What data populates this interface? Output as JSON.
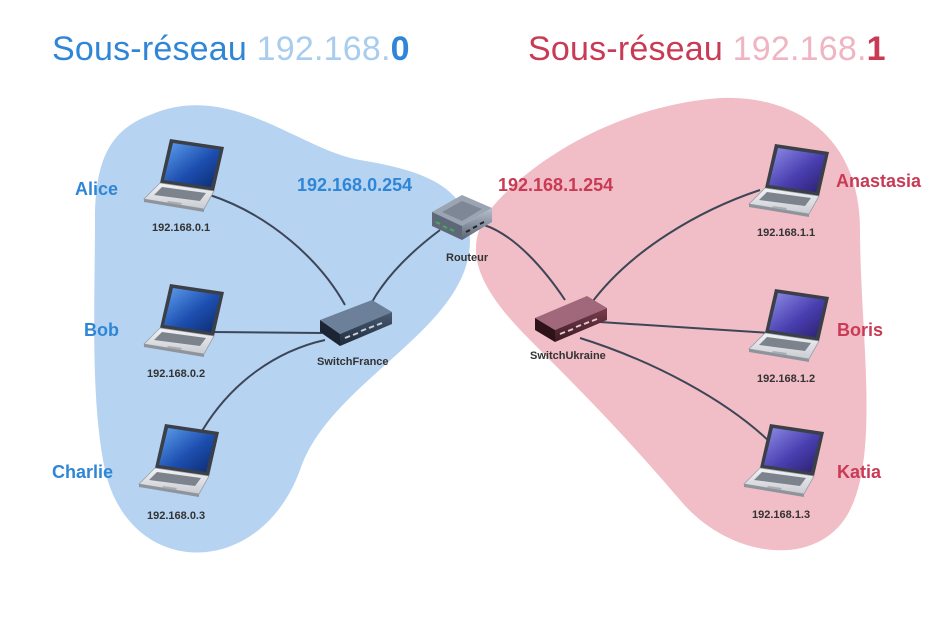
{
  "colors": {
    "left_accent": "#2f86d6",
    "left_light": "#a9cdee",
    "left_fill": "#a9cbee",
    "right_accent": "#c93a55",
    "right_light": "#f0b5c2",
    "right_fill": "#eeb1bc",
    "link": "#3d4656"
  },
  "titles": {
    "left": {
      "prefix": "Sous-réseau",
      "net": "192.168.",
      "last": "0"
    },
    "right": {
      "prefix": "Sous-réseau",
      "net": "192.168.",
      "last": "1"
    }
  },
  "gateways": {
    "left": "192.168.0.254",
    "right": "192.168.1.254"
  },
  "devices": {
    "router": "Routeur",
    "switch_left": "SwitchFrance",
    "switch_right": "SwitchUkraine"
  },
  "hosts_left": [
    {
      "name": "Alice",
      "ip": "192.168.0.1"
    },
    {
      "name": "Bob",
      "ip": "192.168.0.2"
    },
    {
      "name": "Charlie",
      "ip": "192.168.0.3"
    }
  ],
  "hosts_right": [
    {
      "name": "Anastasia",
      "ip": "192.168.1.1"
    },
    {
      "name": "Boris",
      "ip": "192.168.1.2"
    },
    {
      "name": "Katia",
      "ip": "192.168.1.3"
    }
  ]
}
